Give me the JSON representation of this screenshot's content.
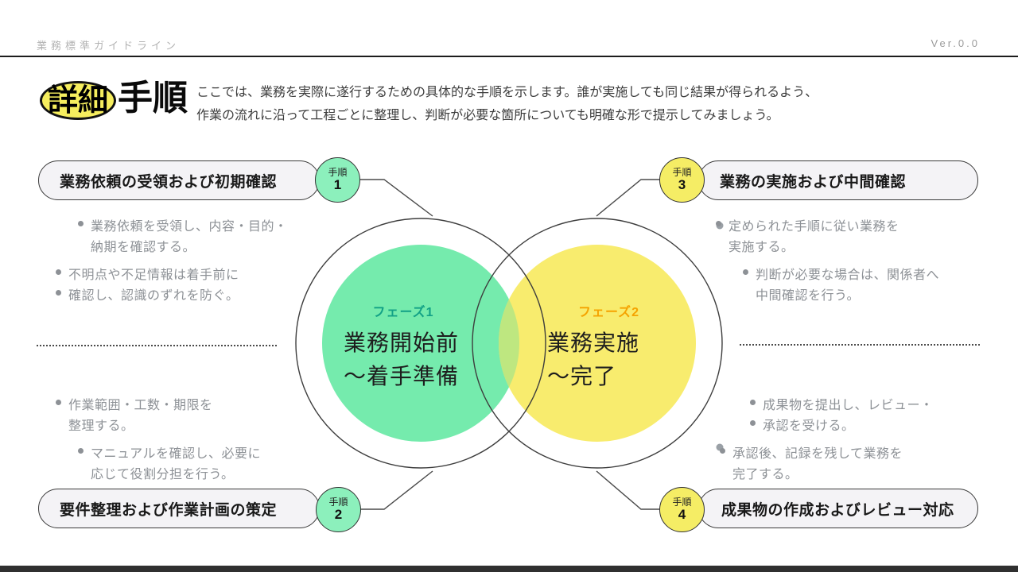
{
  "header": {
    "app_title": "業務標準ガイドライン",
    "version": "Ver.0.0"
  },
  "title_block": {
    "highlight": "詳細",
    "rest": "手順",
    "description_line1": "ここでは、業務を実際に遂行するための具体的な手順を示します。誰が実施しても同じ結果が得られるよう、",
    "description_line2": "作業の流れに沿って工程ごとに整理し、判断が必要な箇所についても明確な形で提示してみましょう。"
  },
  "steps": [
    {
      "badge_label": "手順",
      "number": "1",
      "title": "業務依頼の受領および初期確認",
      "badge_color": "#8CF0BC"
    },
    {
      "badge_label": "手順",
      "number": "2",
      "title": "要件整理および作業計画の策定",
      "badge_color": "#8CF0BC"
    },
    {
      "badge_label": "手順",
      "number": "3",
      "title": "業務の実施および中間確認",
      "badge_color": "#F5ED65"
    },
    {
      "badge_label": "手順",
      "number": "4",
      "title": "成果物の作成およびレビュー対応",
      "badge_color": "#F5ED65"
    }
  ],
  "venn": {
    "phase1": {
      "label": "フェーズ1",
      "label_color": "#12A186",
      "line1": "業務開始前",
      "line2": "〜着手準備",
      "fill": "#75EBAD"
    },
    "phase2": {
      "label": "フェーズ2",
      "label_color": "#F5A300",
      "line1": "業務実施",
      "line2": "〜完了",
      "fill": "#F8EC6E"
    },
    "overlap_fill": "#BEE780",
    "outline_color": "#3d3d3d"
  },
  "notes": {
    "top_left": [
      {
        "text": "業務依頼を受領し、内容・目的・",
        "bullet": true,
        "indent": 1,
        "gap": false
      },
      {
        "text": "納期を確認する。",
        "bullet": false,
        "indent": 1,
        "gap": false
      },
      {
        "text": "不明点や不足情報は着手前に",
        "bullet": true,
        "indent": 0,
        "gap": true
      },
      {
        "text": "確認し、認識のずれを防ぐ。",
        "bullet": true,
        "indent": 0,
        "gap": false
      }
    ],
    "top_right": [
      {
        "text": "定められた手順に従い業務を",
        "bullet": true,
        "indent": 0,
        "gap": false
      },
      {
        "text": "実施する。",
        "bullet": false,
        "indent": 0,
        "gap": false
      },
      {
        "text": "判断が必要な場合は、関係者へ",
        "bullet": true,
        "indent": 1,
        "gap": true
      },
      {
        "text": "中間確認を行う。",
        "bullet": false,
        "indent": 1,
        "gap": false
      }
    ],
    "bottom_left": [
      {
        "text": "作業範囲・工数・期限を",
        "bullet": true,
        "indent": 0,
        "gap": false
      },
      {
        "text": "整理する。",
        "bullet": false,
        "indent": 0,
        "gap": false
      },
      {
        "text": "マニュアルを確認し、必要に",
        "bullet": true,
        "indent": 1,
        "gap": true
      },
      {
        "text": "応じて役割分担を行う。",
        "bullet": false,
        "indent": 1,
        "gap": false
      }
    ],
    "bottom_right": [
      {
        "text": "成果物を提出し、レビュー・",
        "bullet": true,
        "indent": 1,
        "gap": false
      },
      {
        "text": "承認を受ける。",
        "bullet": true,
        "indent": 1,
        "gap": false
      },
      {
        "text": "承認後、記録を残して業務を",
        "bullet": true,
        "indent": 0,
        "gap": true
      },
      {
        "text": "完了する。",
        "bullet": false,
        "indent": 0,
        "gap": false
      }
    ]
  },
  "colors": {
    "title_ellipse": "#F6EE5E",
    "step_box_bg": "#f4f3f6",
    "note_text": "#8d9196",
    "header_line": "#1c1c1c",
    "bottom_bar": "#303030",
    "deco_dot": "#9aa0a6"
  }
}
